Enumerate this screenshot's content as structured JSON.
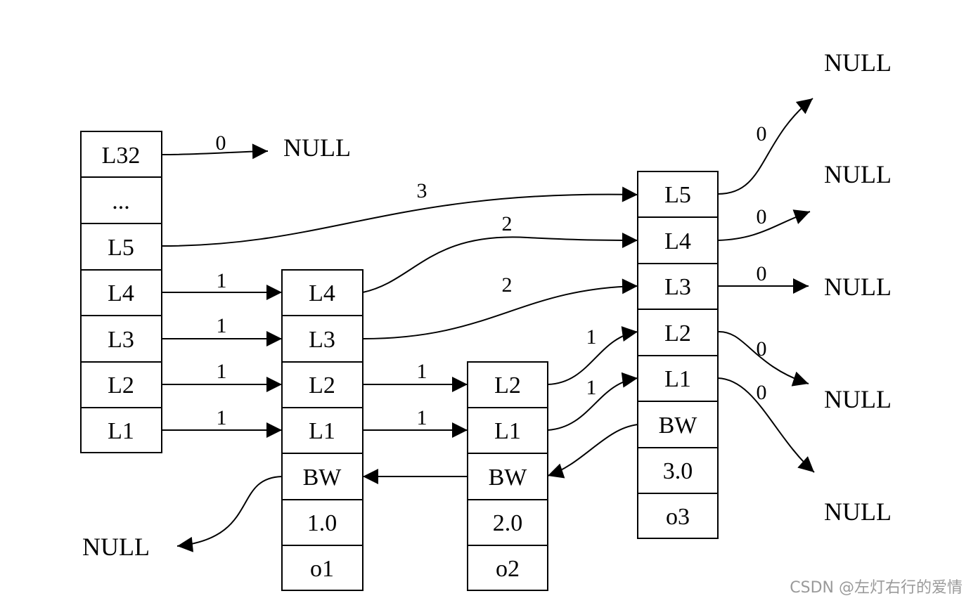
{
  "nodes": {
    "header": {
      "cells": [
        "L32",
        "...",
        "L5",
        "L4",
        "L3",
        "L2",
        "L1"
      ]
    },
    "node1": {
      "cells": [
        "L4",
        "L3",
        "L2",
        "L1",
        "BW",
        "1.0",
        "o1"
      ]
    },
    "node2": {
      "cells": [
        "L2",
        "L1",
        "BW",
        "2.0",
        "o2"
      ]
    },
    "node3": {
      "cells": [
        "L5",
        "L4",
        "L3",
        "L2",
        "L1",
        "BW",
        "3.0",
        "o3"
      ]
    }
  },
  "null_label": "NULL",
  "spans": {
    "header_l32": "0",
    "header_l5": "3",
    "header_l4": "1",
    "header_l3": "1",
    "header_l2": "1",
    "header_l1": "1",
    "node1_l4": "2",
    "node1_l3": "2",
    "node1_l2": "1",
    "node1_l1": "1",
    "node2_l2": "1",
    "node2_l1": "1",
    "node3_l5": "0",
    "node3_l4": "0",
    "node3_l3": "0",
    "node3_l2": "0",
    "node3_l1": "0"
  },
  "watermark": "CSDN @左灯右行的爱情"
}
